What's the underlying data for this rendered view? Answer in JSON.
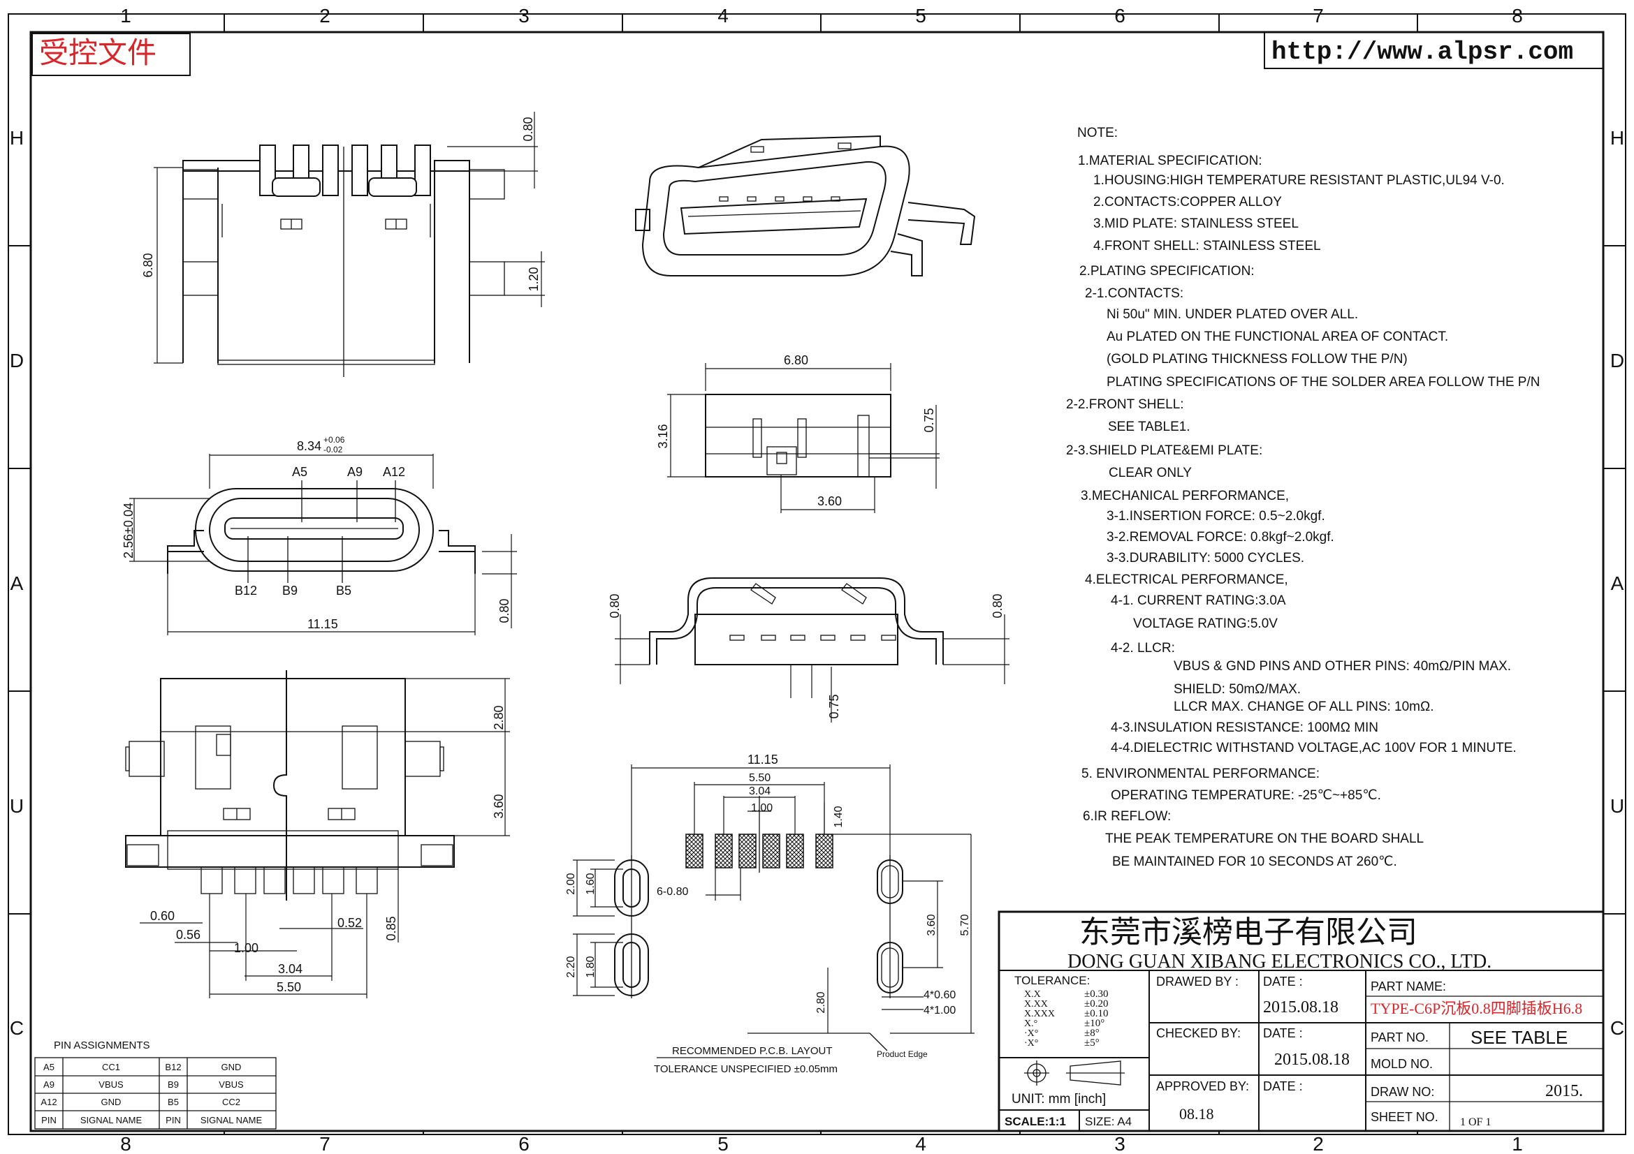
{
  "stamp": "受控文件",
  "url": "http://www.alpsr.com",
  "grid": {
    "cols_top": [
      "1",
      "2",
      "3",
      "4",
      "5",
      "6",
      "7",
      "8"
    ],
    "cols_bottom": [
      "8",
      "7",
      "6",
      "5",
      "4",
      "3",
      "2",
      "1"
    ],
    "rows_left": [
      "H",
      "D",
      "A",
      "U",
      "C"
    ],
    "rows_right": [
      "H",
      "D",
      "A",
      "U",
      "C"
    ]
  },
  "notes": [
    "NOTE:",
    "1.MATERIAL SPECIFICATION:",
    "1.HOUSING:HIGH TEMPERATURE RESISTANT PLASTIC,UL94 V-0.",
    "2.CONTACTS:COPPER ALLOY",
    "3.MID PLATE: STAINLESS STEEL",
    "4.FRONT SHELL: STAINLESS STEEL",
    "2.PLATING SPECIFICATION:",
    "2-1.CONTACTS:",
    "Ni 50u\" MIN. UNDER PLATED OVER ALL.",
    "Au PLATED ON THE FUNCTIONAL AREA OF CONTACT.",
    "(GOLD PLATING THICKNESS FOLLOW THE P/N)",
    "PLATING SPECIFICATIONS OF THE SOLDER AREA FOLLOW THE P/N",
    "2-2.FRONT SHELL:",
    "SEE TABLE1.",
    "2-3.SHIELD PLATE&EMI PLATE:",
    "CLEAR ONLY",
    "3.MECHANICAL PERFORMANCE,",
    "3-1.INSERTION FORCE: 0.5~2.0kgf.",
    "3-2.REMOVAL FORCE: 0.8kgf~2.0kgf.",
    "3-3.DURABILITY: 5000 CYCLES.",
    "4.ELECTRICAL PERFORMANCE,",
    "4-1. CURRENT RATING:3.0A",
    "VOLTAGE RATING:5.0V",
    "4-2. LLCR:",
    "VBUS & GND PINS AND OTHER PINS: 40mΩ/PIN MAX.",
    "SHIELD: 50mΩ/MAX.",
    "LLCR MAX. CHANGE OF ALL PINS: 10mΩ.",
    "4-3.INSULATION RESISTANCE: 100MΩ MIN",
    "4-4.DIELECTRIC WITHSTAND VOLTAGE,AC 100V FOR 1 MINUTE.",
    "5. ENVIRONMENTAL PERFORMANCE:",
    "OPERATING TEMPERATURE: -25℃~+85℃.",
    "6.IR REFLOW:",
    "THE PEAK TEMPERATURE ON THE BOARD SHALL",
    "BE MAINTAINED FOR 10 SECONDS AT 260℃."
  ],
  "dims": {
    "d080": "0.80",
    "d680": "6.80",
    "d120": "1.20",
    "d834": "8.34",
    "d834_tol_up": "+0.06",
    "d834_tol_dn": "-0.02",
    "a5": "A5",
    "a9": "A9",
    "a12": "A12",
    "b12": "B12",
    "b9": "B9",
    "b5": "B5",
    "d256": "2.56±0.04",
    "d1115": "11.15",
    "d316": "3.16",
    "d075": "0.75",
    "d360": "3.60",
    "d280": "2.80",
    "d060": "0.60",
    "d056": "0.56",
    "d100": "1.00",
    "d052": "0.52",
    "d085": "0.85",
    "d304": "3.04",
    "d550": "5.50",
    "d140": "1.40",
    "d200": "2.00",
    "d160": "1.60",
    "d6x080": "6-0.80",
    "d220": "2.20",
    "d180": "1.80",
    "d570": "5.70",
    "d4x060": "4*0.60",
    "d4x100": "4*1.00",
    "pcb_title": "RECOMMENDED P.C.B. LAYOUT",
    "pcb_tol": "TOLERANCE UNSPECIFIED ±0.05mm",
    "product_edge": "Product Edge"
  },
  "pin_table": {
    "title": "PIN ASSIGNMENTS",
    "rows": [
      [
        "A5",
        "CC1",
        "B12",
        "GND"
      ],
      [
        "A9",
        "VBUS",
        "B9",
        "VBUS"
      ],
      [
        "A12",
        "GND",
        "B5",
        "CC2"
      ],
      [
        "PIN",
        "SIGNAL NAME",
        "PIN",
        "SIGNAL NAME"
      ]
    ]
  },
  "title_block": {
    "company_cn": "东莞市溪榜电子有限公司",
    "company_en": "DONG GUAN XIBANG ELECTRONICS CO., LTD.",
    "tolerance_label": "TOLERANCE:",
    "tol_keys": [
      "X.X",
      "X.XX",
      "X.XXX",
      "X.°",
      "·X°",
      "·X°"
    ],
    "tol_vals": [
      "±0.30",
      "±0.20",
      "±0.10",
      "±10°",
      "±8°",
      "±5°"
    ],
    "unit": "UNIT: mm [inch]",
    "scale": "SCALE:1:1",
    "size": "SIZE: A4",
    "drawed_by": "DRAWED BY :",
    "checked_by": "CHECKED BY:",
    "approved_by": "APPROVED BY:",
    "approved_val": "08.18",
    "date_label": "DATE :",
    "date1": "2015.08.18",
    "date2": "2015.08.18",
    "part_name_label": "PART NAME:",
    "part_name": "TYPE-C6P沉板0.8四脚插板H6.8",
    "part_no_label": "PART NO.",
    "part_no": "SEE TABLE",
    "mold_no_label": "MOLD NO.",
    "draw_no_label": "DRAW NO:",
    "draw_no": "2015.",
    "sheet_no_label": "SHEET NO.",
    "sheet_no": "1 OF 1"
  }
}
